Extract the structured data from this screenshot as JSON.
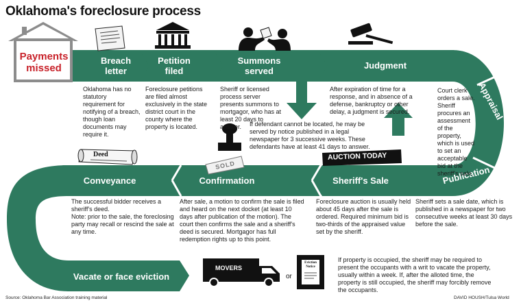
{
  "title": "Oklahoma's foreclosure process",
  "colors": {
    "band": "#2e7a5f",
    "accent_red": "#c8222a",
    "house_gray": "#8c8c8c"
  },
  "steps": {
    "payments_missed": "Payments missed",
    "breach_letter": "Breach letter",
    "petition_filed": "Petition filed",
    "summons_served": "Summons served",
    "judgment": "Judgment",
    "appraisal": "Appraisal",
    "publication": "Publication",
    "sheriffs_sale": "Sheriff's Sale",
    "confirmation": "Confirmation",
    "conveyance": "Conveyance",
    "vacate": "Vacate or face eviction"
  },
  "descriptions": {
    "breach_letter": "Oklahoma has no statutory requirement for notifying of a breach, though loan documents may require it.",
    "petition_filed": "Foreclosure petitions are filed almost exclusively in the state district court in the county where the property is located.",
    "summons_served": "Sheriff or licensed process server presents summons to mortgagor, who has at least 20 days to answer.",
    "summons_alt": "If defendant cannot be located, he may be served by notice published in a legal newspaper for 3 successive weeks. These defendants have at least 41 days to answer.",
    "judgment": "After expiration of time for a response, and in absence of a defense, bankruptcy or other delay, a judgment is secured.",
    "appraisal": "Court clerk orders a sale. Sheriff procures an assessment of the property, which is used to set an acceptable bid at the sheriff's sale.",
    "publication": "Sheriff sets a sale date, which is published in a newspaper for two consecutive weeks at least 30 days before the sale.",
    "sheriffs_sale": "Foreclosure auction is usually held about 45 days after the sale is ordered. Required minimum bid is two-thirds of the appraised value set by the sheriff.",
    "confirmation": "After sale, a motion to confirm the sale is filed and heard on the next docket (at least 10 days after publication of the motion). The court then confirms the sale and a sheriff's deed is secured. Mortgagor has full redemption rights up to this point.",
    "conveyance": "The successful bidder receives a sheriff's deed.\nNote: prior to the sale, the foreclosing party may recall or rescind the sale at any time.",
    "vacate": "If property is occupied, the sheriff may be required to present the occupants with a writ to vacate the property, usually within a week. If, after the alloted time, the property is still occupied, the sheriff may forcibly remove the occupants."
  },
  "illustrations": {
    "auction_sign": "AUCTION TODAY",
    "deed": "Deed",
    "stamp": "SOLD",
    "truck": "MOVERS",
    "or": "or",
    "notice": "Eviction Notice"
  },
  "icons": [
    "house-icon",
    "letter-icon",
    "courthouse-icon",
    "handshake-icon",
    "gavel-icon",
    "auction-sign-icon",
    "deed-scroll-icon",
    "stamp-icon",
    "moving-truck-icon",
    "eviction-notice-icon"
  ],
  "footer": {
    "source": "Source: Oklahoma Bar Association training material",
    "credit": "DAVID HOUSH/Tulsa World"
  }
}
